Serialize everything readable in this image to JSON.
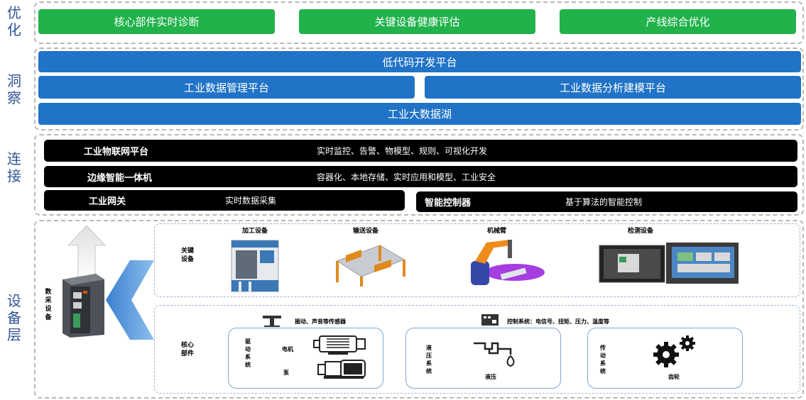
{
  "layers": {
    "optimize": {
      "label": "优化",
      "items": [
        "核心部件实时诊断",
        "关键设备健康评估",
        "产线综合优化"
      ]
    },
    "insight": {
      "label": "洞察",
      "lowcode": "低代码开发平台",
      "mgmt": "工业数据管理平台",
      "analysis": "工业数据分析建模平台",
      "lake": "工业大数据湖"
    },
    "connect": {
      "label": "连接",
      "rows": [
        {
          "name": "工业物联网平台",
          "desc": "实时监控、告警、物模型、规则、可视化开发"
        },
        {
          "name": "边缘智能一体机",
          "desc": "容器化、本地存储、实时应用和模型、工业安全"
        }
      ],
      "gateway": {
        "name": "工业网关",
        "desc": "实时数据采集"
      },
      "controller": {
        "name": "智能控制器",
        "desc": "基于算法的智能控制"
      }
    },
    "device": {
      "label": "设备层",
      "collector": "数采设备",
      "key_title": "关键设备",
      "key_items": [
        "加工设备",
        "输送设备",
        "机械臂",
        "检测设备"
      ],
      "core_title": "核心部件",
      "sensor_label": "振动、声音等传感器",
      "control_label": "控制系统：电信号、扭矩、压力、温度等",
      "drive": {
        "title": "驱动系统",
        "motor": "电机",
        "pump": "泵"
      },
      "hydraulic": {
        "title": "液压系统",
        "item": "液压"
      },
      "transmission": {
        "title": "传动系统",
        "item": "齿轮"
      }
    }
  },
  "colors": {
    "green": "#21b24b",
    "blue": "#2073c6",
    "label": "#2f5597",
    "arrow": "#4a90d9"
  }
}
